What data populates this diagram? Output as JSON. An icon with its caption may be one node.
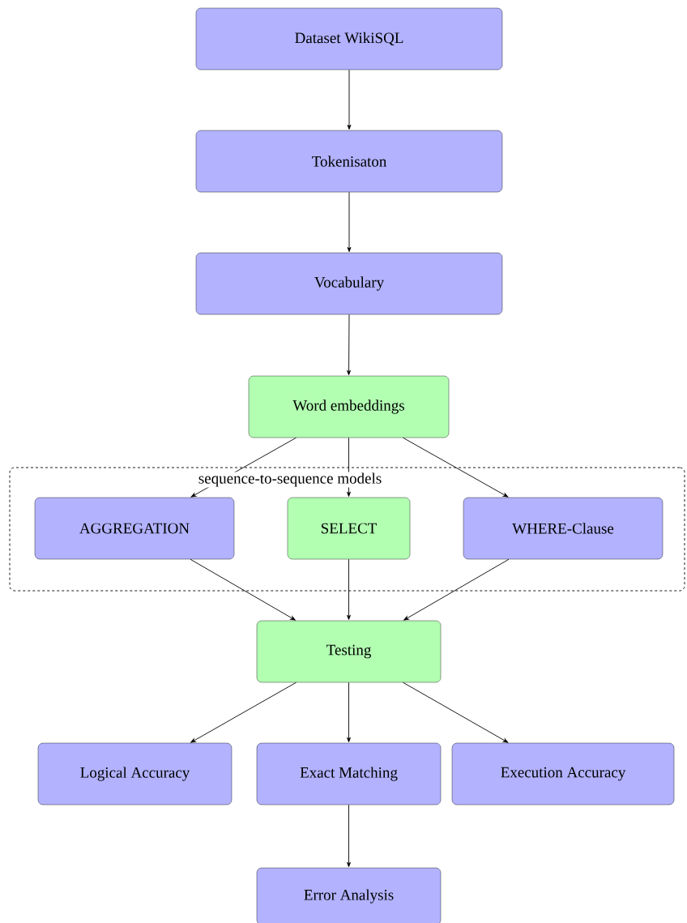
{
  "diagram": {
    "nodes": [
      {
        "text": [
          "Dataset WikiSQL"
        ]
      },
      {
        "text": [
          "Tokenisaton"
        ]
      },
      {
        "text": [
          "Vocabulary"
        ]
      },
      {
        "text": [
          "Word embeddings"
        ]
      },
      {
        "text": [
          "sequence-to-sequence models"
        ]
      },
      {
        "text": [
          "AGGREGATION"
        ],
        "in": 4
      },
      {
        "text": [
          "SELECT"
        ],
        "in": 4
      },
      {
        "text": [
          "WHERE-Clause"
        ],
        "in": 4
      },
      {
        "text": [
          "Testing"
        ]
      },
      {
        "text": [
          "Logical Accuracy"
        ]
      },
      {
        "text": [
          "Exact Matching"
        ]
      },
      {
        "text": [
          "Execution Accuracy"
        ]
      },
      {
        "text": [
          "Error Analysis"
        ]
      }
    ],
    "edges": [
      {
        "from": 0,
        "to": 1,
        "arrow": "to"
      },
      {
        "from": 1,
        "to": 2,
        "arrow": "to"
      },
      {
        "from": 2,
        "to": 3,
        "arrow": "to"
      },
      {
        "from": 3,
        "to": 5,
        "arrow": "to"
      },
      {
        "from": 3,
        "to": 6,
        "arrow": "to"
      },
      {
        "from": 3,
        "to": 7,
        "arrow": "to"
      },
      {
        "from": 5,
        "to": 8,
        "arrow": "to"
      },
      {
        "from": 6,
        "to": 8,
        "arrow": "to"
      },
      {
        "from": 7,
        "to": 8,
        "arrow": "to"
      },
      {
        "from": 8,
        "to": 9,
        "arrow": "to"
      },
      {
        "from": 8,
        "to": 10,
        "arrow": "to"
      },
      {
        "from": 8,
        "to": 11,
        "arrow": "to"
      },
      {
        "from": 10,
        "to": 12,
        "arrow": "to"
      }
    ]
  }
}
